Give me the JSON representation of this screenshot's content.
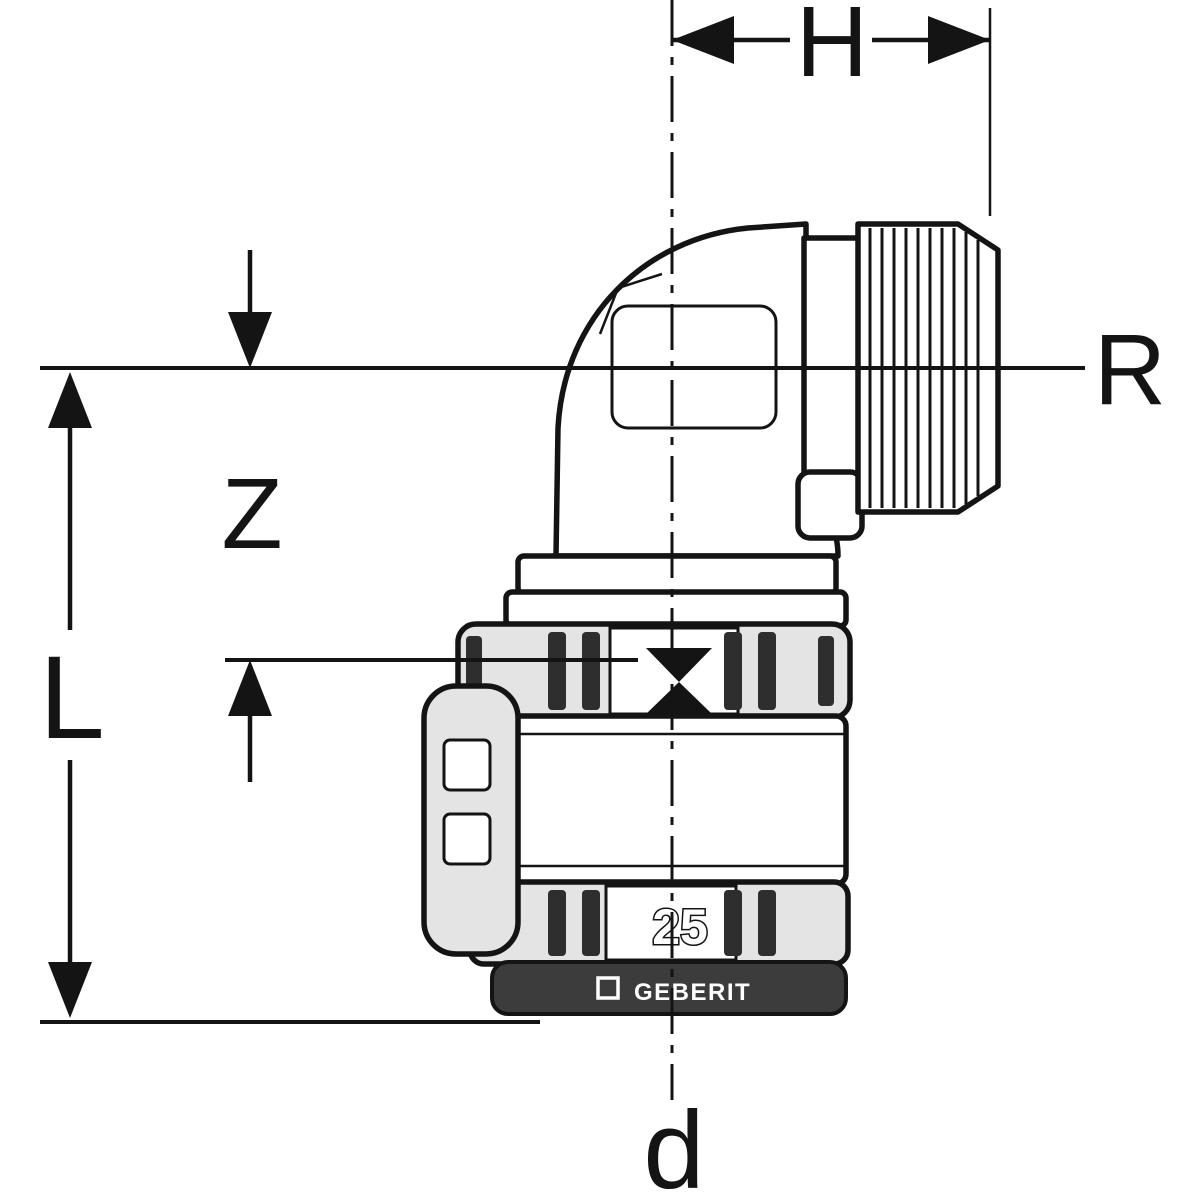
{
  "diagram": {
    "type": "technical-dimension-drawing",
    "labels": {
      "h": "H",
      "r": "R",
      "z": "Z",
      "l": "L",
      "d": "d"
    },
    "markings": {
      "size": "25",
      "brand": "GEBERIT"
    },
    "colors": {
      "background": "#ffffff",
      "line": "#141414",
      "body-fill": "#ffffff",
      "rib-fill": "#e4e4e4",
      "slot-fill": "#2e2e2e",
      "brand-band": "#3c3c3c",
      "brand-text": "#ffffff"
    }
  }
}
